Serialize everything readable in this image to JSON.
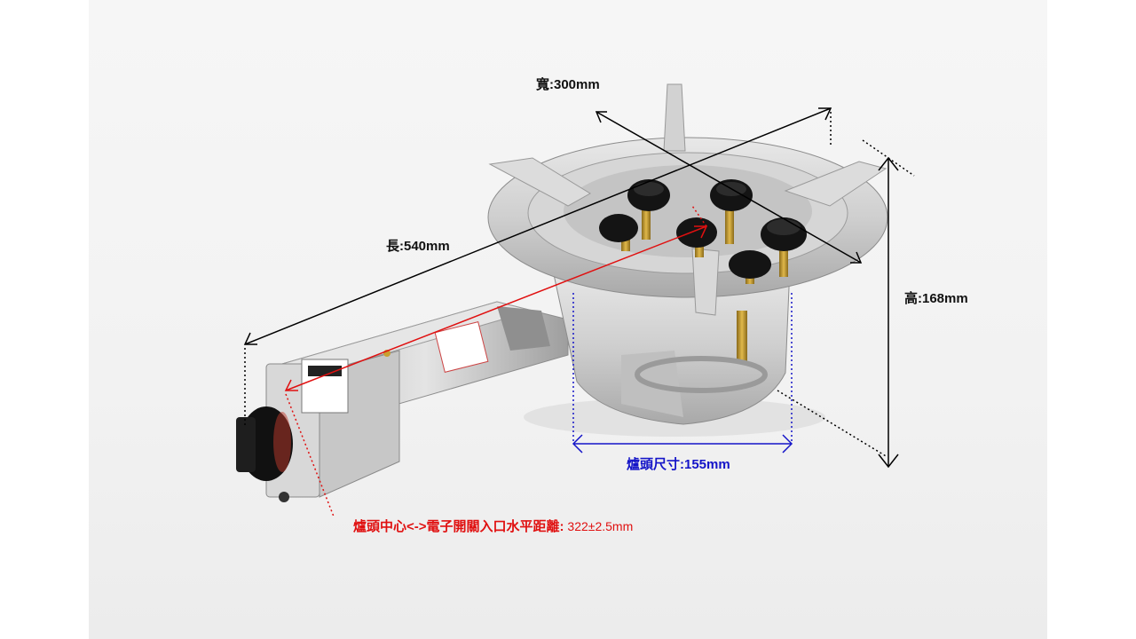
{
  "annotations": {
    "width": {
      "label": "寬:300mm",
      "color": "#000000"
    },
    "length": {
      "label": "長:540mm",
      "color": "#000000"
    },
    "height": {
      "label": "高:168mm",
      "color": "#000000"
    },
    "burner_size": {
      "label": "爐頭尺寸:155mm",
      "color": "#1414c8"
    },
    "center_distance": {
      "label": "爐頭中心<->電子開關入口水平距離:",
      "value": " 322±2.5mm",
      "color": "#e01010"
    }
  }
}
